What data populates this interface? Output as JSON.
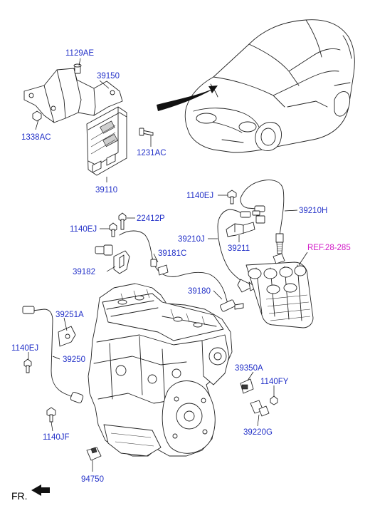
{
  "labels": {
    "p1129AE": "1129AE",
    "p39150": "39150",
    "p1338AC": "1338AC",
    "p1231AC": "1231AC",
    "p39110": "39110",
    "p1140EJ_a": "1140EJ",
    "p39210H": "39210H",
    "p22412P": "22412P",
    "p1140EJ_b": "1140EJ",
    "p39210J": "39210J",
    "p39211": "39211",
    "ref": "REF.28-285",
    "p39181C": "39181C",
    "p39182": "39182",
    "p39180": "39180",
    "p39251A": "39251A",
    "p1140EJ_c": "1140EJ",
    "p39250": "39250",
    "p39350A": "39350A",
    "p1140FY": "1140FY",
    "p1140JF": "1140JF",
    "p39220G": "39220G",
    "p94750": "94750",
    "fr": "FR."
  },
  "colors": {
    "part_label": "#2230c8",
    "ref_label": "#d21cc8",
    "line": "#000000"
  }
}
